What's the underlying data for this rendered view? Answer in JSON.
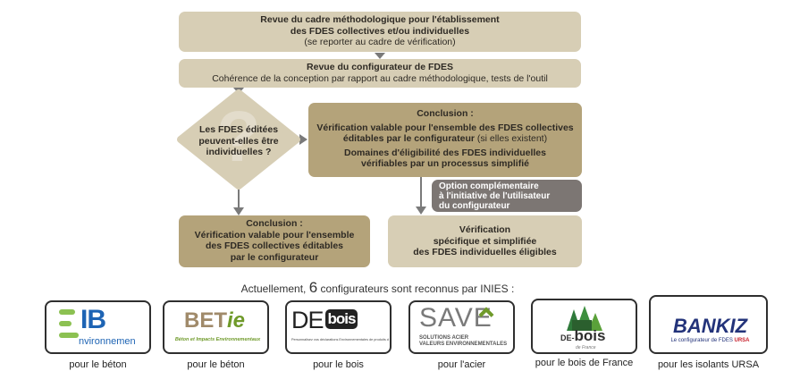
{
  "flow": {
    "box1": {
      "line1": "Revue du cadre méthodologique pour l'établissement",
      "line2": "des FDES collectives et/ou individuelles",
      "line3": "(se reporter au cadre de vérification)"
    },
    "box2": {
      "title": "Revue du configurateur de FDES",
      "sub": "Cohérence de la conception par rapport au cadre méthodologique, tests de l'outil"
    },
    "decision": {
      "line1": "Les FDES éditées",
      "line2": "peuvent-elles être",
      "line3": "individuelles ?"
    },
    "conclusion_right": {
      "title": "Conclusion :",
      "l1": "Vérification valable pour l'ensemble des FDES collectives",
      "l2": "éditables par le configurateur",
      "l2b": " (si elles existent)",
      "l3": "Domaines d'éligibilité des FDES individuelles",
      "l4": "vérifiables par un processus simplifié"
    },
    "option": {
      "l1": "Option complémentaire",
      "l2": "à l'initiative de l'utilisateur",
      "l3": "du configurateur"
    },
    "conclusion_left": {
      "title": "Conclusion :",
      "l1": "Vérification valable pour l'ensemble",
      "l2": "des FDES collectives éditables",
      "l3": "par le configurateur"
    },
    "verification": {
      "l1": "Vérification",
      "l2": "spécifique et simplifiée",
      "l3": "des FDES individuelles éligibles"
    },
    "decision_mark": "?"
  },
  "summary": {
    "prefix": "Actuellement, ",
    "count": "6",
    "suffix": " configurateurs sont reconnus par INIES :"
  },
  "logos": [
    {
      "a": "E",
      "b": "IB",
      "c": "nvironnemen",
      "caption": "pour le béton"
    },
    {
      "a": "BET",
      "b": "ie",
      "c": "Béton et Impacts Environnementaux",
      "caption": "pour le béton"
    },
    {
      "a": "DE",
      "b": "bois",
      "c": "Personnalisez vos déclarations Environnementales de produits de construction bois",
      "caption": "pour le bois"
    },
    {
      "a": "SAVE",
      "b": "SOLUTIONS ACIER",
      "c": "VALEURS ENVIRONNEMENTALES",
      "caption": "pour l'acier"
    },
    {
      "a": "DE-",
      "b": "bois",
      "c": "de France",
      "caption": "pour le bois de France"
    },
    {
      "a": "BANKIZ",
      "b": "Le configurateur de FDES ",
      "c": "URSA",
      "caption": "pour les isolants URSA"
    }
  ],
  "colors": {
    "light_box": "#d7ceb5",
    "dark_box": "#b4a37a",
    "option_box": "#7c7673",
    "arrow": "#6e6e6e",
    "bankiz_blue": "#23337a",
    "save_green": "#6f9a2a",
    "debois_green": "#2f7a3b"
  }
}
